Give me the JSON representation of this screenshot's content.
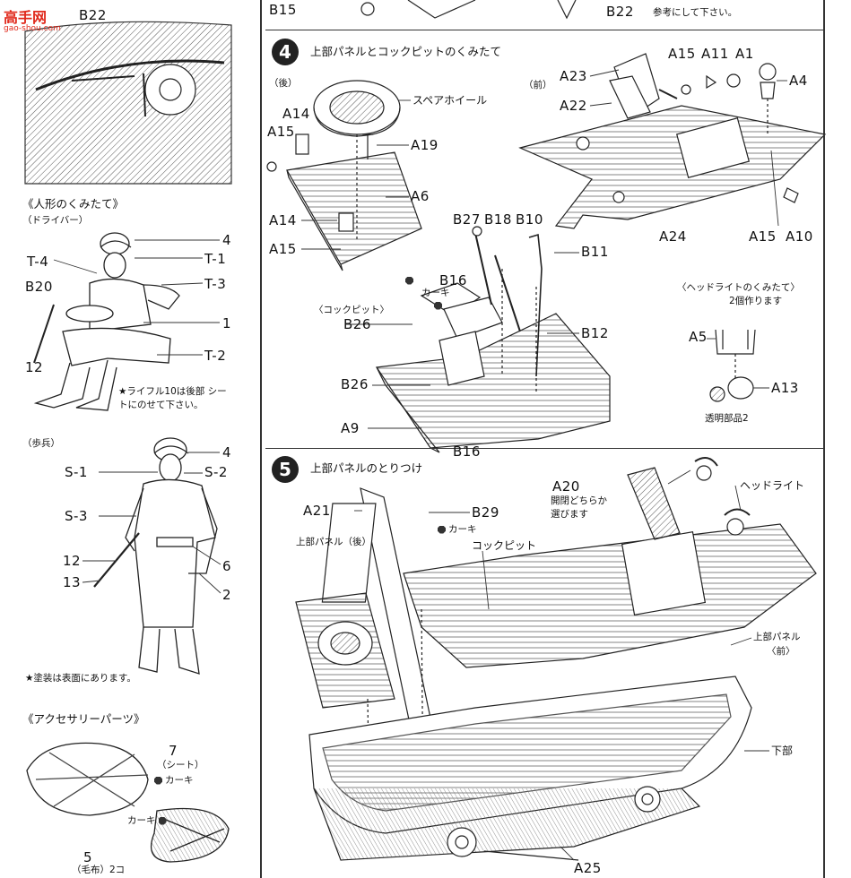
{
  "watermark": {
    "brand": "高手网",
    "url": "gao-shou.com"
  },
  "left": {
    "top_ref": "B22",
    "figure_section": {
      "title": "《人形のくみたて》",
      "driver": {
        "subtitle": "（ドライバー）",
        "labels": [
          "4",
          "T-4",
          "T-1",
          "B20",
          "T-3",
          "1",
          "12",
          "T-2"
        ],
        "note": "★ライフル10は後部 シートにのせて下さい。"
      },
      "infantry": {
        "subtitle": "（歩兵）",
        "labels": [
          "4",
          "S-1",
          "S-2",
          "S-3",
          "12",
          "6",
          "13",
          "2"
        ],
        "note": "★塗装は表面にあります。"
      }
    },
    "accessory_section": {
      "title": "《アクセサリーパーツ》",
      "part7": "7",
      "part7_sub": "（シート）",
      "khaki1": "カーキ",
      "khaki2": "カーキ",
      "part5": "5",
      "part5_sub": "（毛布）2コ"
    }
  },
  "top_strip": {
    "b15": "B15",
    "b22": "B22",
    "note_line": "参考にして下さい。"
  },
  "step4": {
    "number": "4",
    "title": "上部パネルとコックピットのくみたて",
    "rear": "（後）",
    "front": "（前）",
    "spare_wheel": "スペアホイール",
    "parts_left": [
      "A14",
      "A15",
      "A19",
      "A6",
      "A14",
      "A15"
    ],
    "cockpit": {
      "title": "〈コックピット〉",
      "parts": [
        "B27",
        "B18",
        "B10",
        "B11",
        "B16",
        "B26",
        "B12",
        "B26",
        "A9",
        "B16"
      ],
      "khaki": "カーキ"
    },
    "front_panel": {
      "parts": [
        "A23",
        "A22",
        "A15",
        "A11",
        "A1",
        "A4",
        "A24",
        "A15",
        "A10"
      ]
    },
    "headlight": {
      "title": "〈ヘッドライトのくみたて〉",
      "count": "2個作ります",
      "a5": "A5",
      "a13": "A13",
      "clear": "透明部品2"
    }
  },
  "step5": {
    "number": "5",
    "title": "上部パネルのとりつけ",
    "a21": "A21",
    "b29": "B29",
    "khaki": "カーキ",
    "upper_rear": "上部パネル（後）",
    "cockpit": "コックピット",
    "a20": "A20",
    "a20_note1": "開閉どちらか",
    "a20_note2": "選びます",
    "headlight": "ヘッドライト",
    "upper_front1": "上部パネル",
    "upper_front2": "〈前〉",
    "lower": "下部",
    "a25": "A25"
  }
}
